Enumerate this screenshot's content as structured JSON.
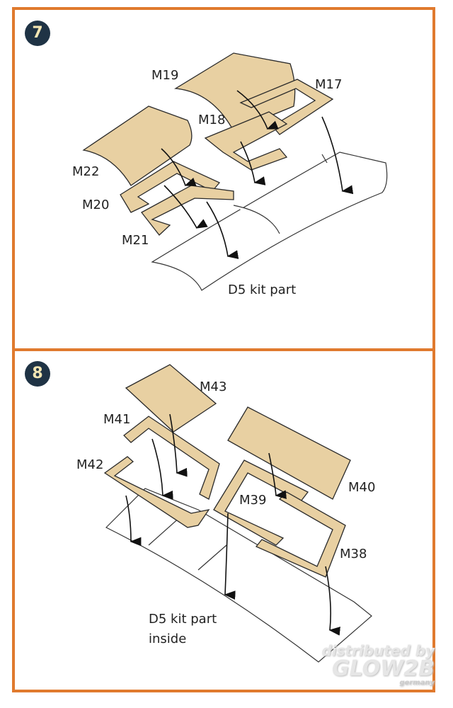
{
  "steps": [
    {
      "number": "7",
      "labels": {
        "m19": "M19",
        "m17": "M17",
        "m18": "M18",
        "m22": "M22",
        "m20": "M20",
        "m21": "M21",
        "kit": "D5 kit part"
      }
    },
    {
      "number": "8",
      "labels": {
        "m43": "M43",
        "m41": "M41",
        "m42": "M42",
        "m40": "M40",
        "m39": "M39",
        "m38": "M38",
        "kit1": "D5 kit part",
        "kit2": "inside"
      }
    }
  ],
  "watermark": {
    "line1": "distributed by",
    "line2": "GLOW2B",
    "line3": "germany"
  },
  "colors": {
    "border": "#e07a2e",
    "badge": "#1f3345",
    "part": "#e8d0a2"
  }
}
